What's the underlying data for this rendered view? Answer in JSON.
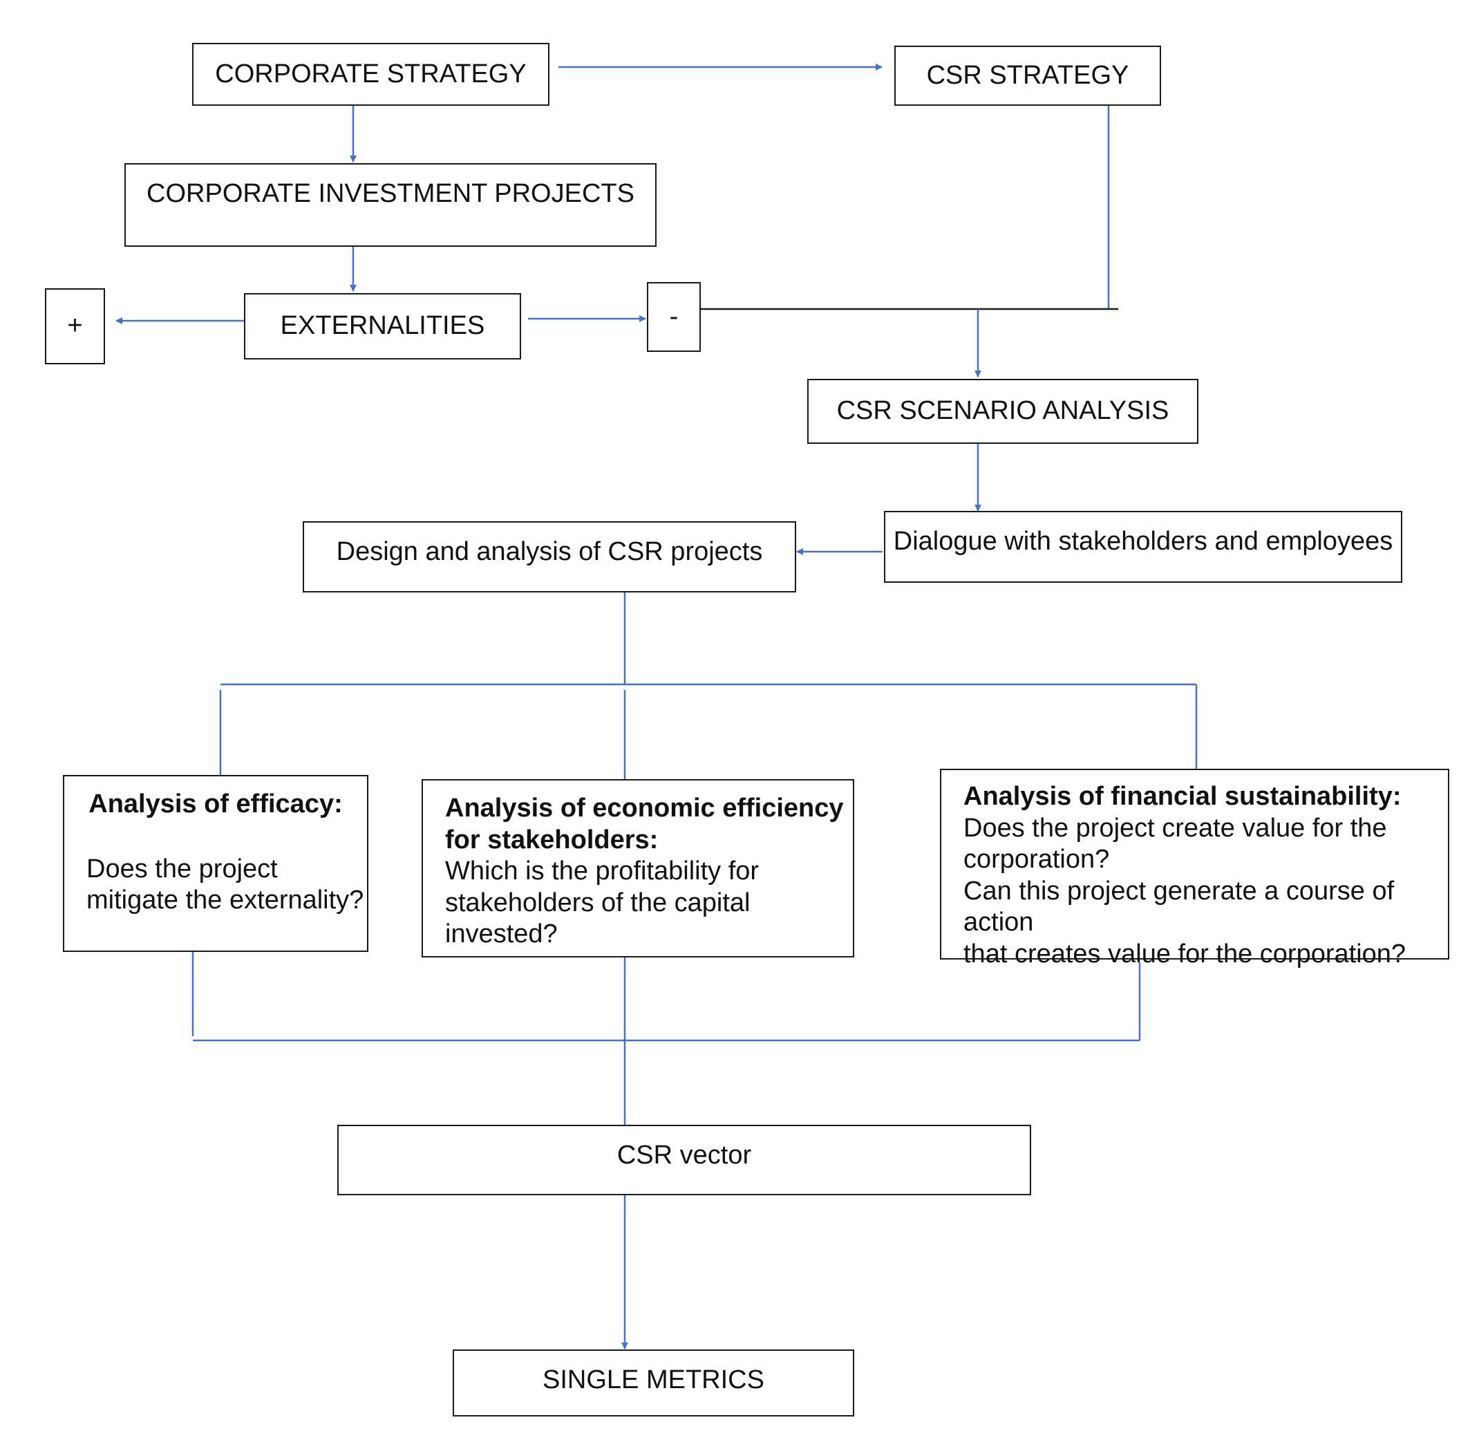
{
  "colors": {
    "connector": "#4472c4",
    "border": "#1a1a1a",
    "text": "#111111"
  },
  "nodes": {
    "corporate_strategy": "CORPORATE STRATEGY",
    "csr_strategy": "CSR STRATEGY",
    "corporate_investment_projects": "CORPORATE INVESTMENT PROJECTS",
    "plus": "+",
    "externalities": "EXTERNALITIES",
    "minus": "-",
    "csr_scenario_analysis": "CSR SCENARIO ANALYSIS",
    "dialogue": "Dialogue with stakeholders and employees",
    "design_analysis": "Design and analysis of CSR projects",
    "efficacy": {
      "title": "Analysis of efficacy:",
      "body_lines": [
        "Does the project",
        "mitigate the externality?"
      ]
    },
    "economic_efficiency": {
      "title_lines": [
        "Analysis of economic efficiency",
        "for stakeholders:"
      ],
      "body_lines": [
        "Which is the profitability for",
        "stakeholders of the capital invested?"
      ]
    },
    "financial_sustainability": {
      "title": "Analysis of financial sustainability:",
      "body_lines": [
        "Does the project create value for the",
        "corporation?",
        "Can this project generate a course of action",
        "that creates value for the corporation?"
      ]
    },
    "csr_vector": "CSR vector",
    "single_metrics": "SINGLE METRICS"
  }
}
